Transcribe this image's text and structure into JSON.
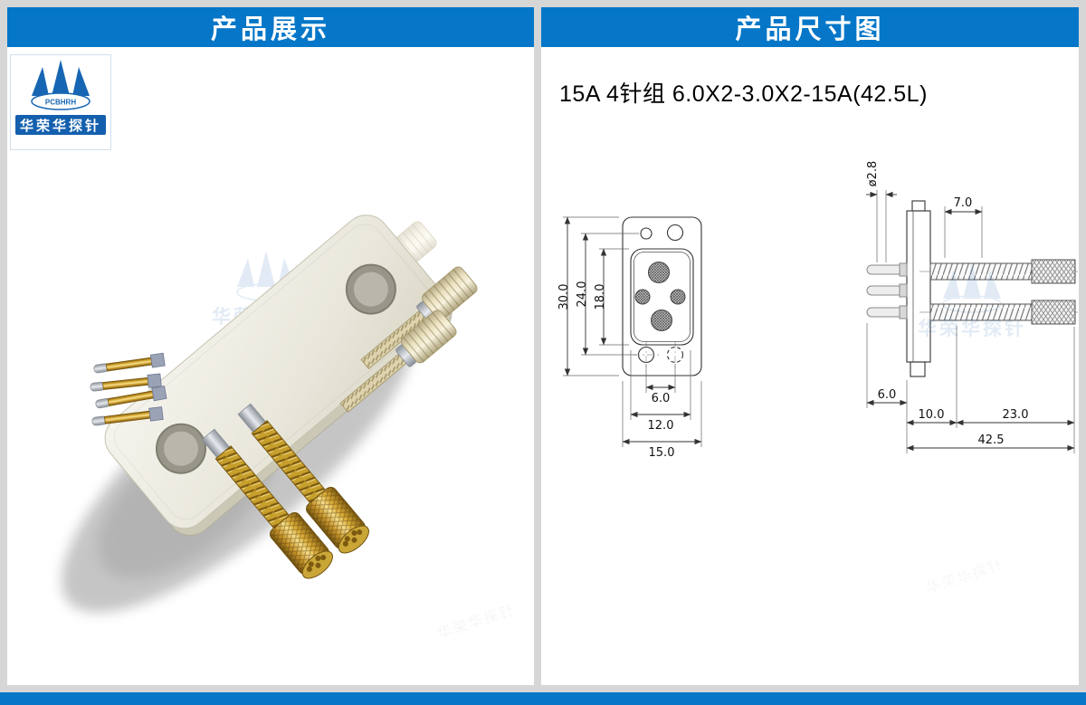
{
  "colors": {
    "accent_blue": "#0677c8",
    "logo_blue": "#1460ae",
    "background_gray": "#d6d6d6",
    "drawing_line": "#333333",
    "gold": "#d9ab35"
  },
  "left_panel": {
    "header": "产品展示"
  },
  "right_panel": {
    "header": "产品尺寸图",
    "drawing_title": "15A 4针组 6.0X2-3.0X2-15A(42.5L)"
  },
  "brand": {
    "logo_icon": "crown-logo",
    "name_en": "PCBHRH",
    "name_cn": "华荣华探针",
    "watermark_text": "华荣华探针"
  },
  "front_view": {
    "height_outer": "30.0",
    "height_holes": "24.0",
    "height_inner": "18.0",
    "width_holes": "6.0",
    "width_mid": "12.0",
    "width_outer": "15.0"
  },
  "side_view": {
    "pin_diameter": "ø2.8",
    "head_length": "7.0",
    "pin_length": "6.0",
    "flange_section": "10.0",
    "barrel_section": "23.0",
    "total_length": "42.5"
  }
}
